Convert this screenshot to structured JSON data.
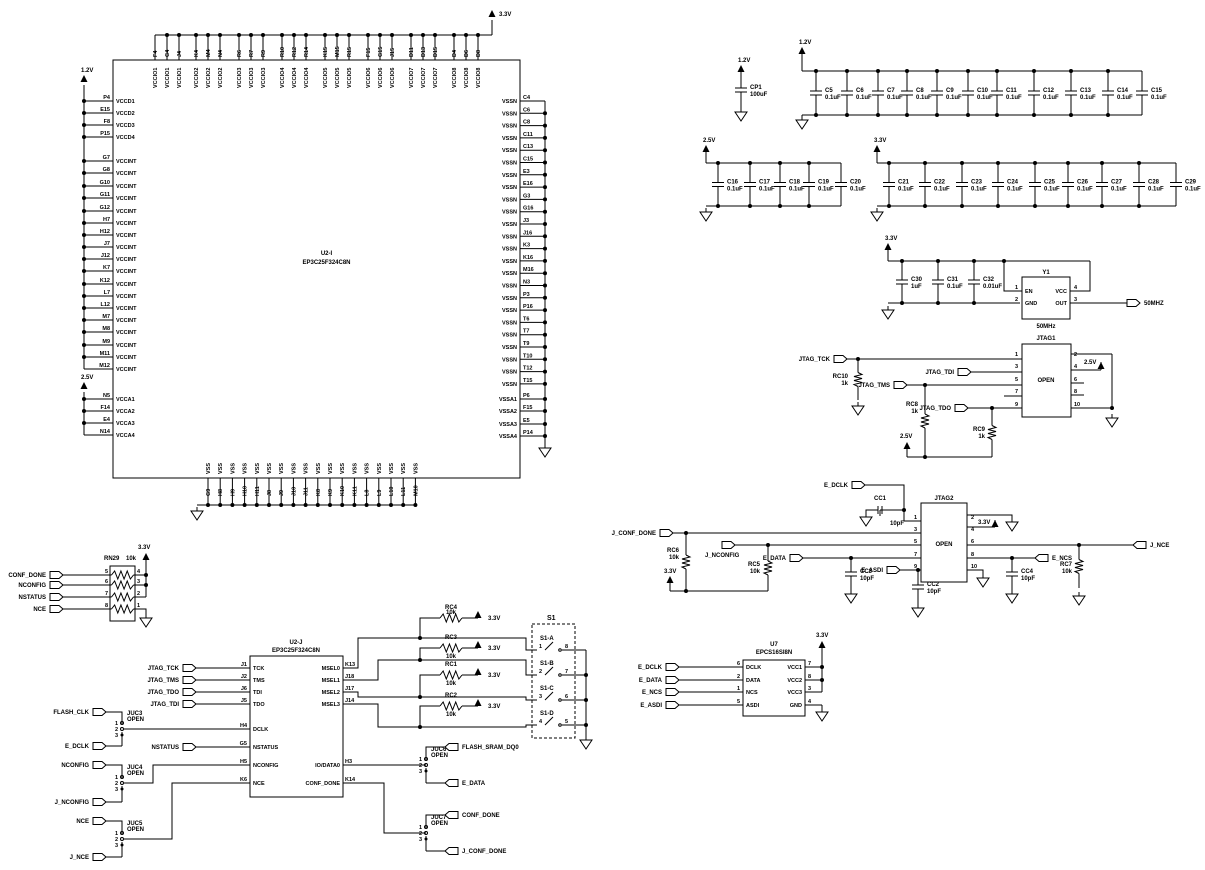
{
  "power": {
    "v12": "1.2V",
    "v25": "2.5V",
    "v33": "3.3V"
  },
  "u2i": {
    "ref": "U2-I",
    "part": "EP3C25F324C8N",
    "top_pins": [
      {
        "pin": "F4",
        "name": "VCCIO1"
      },
      {
        "pin": "G4",
        "name": "VCCIO1"
      },
      {
        "pin": "J4",
        "name": "VCCIO1"
      },
      {
        "pin": "K4",
        "name": "VCCIO2"
      },
      {
        "pin": "M4",
        "name": "VCCIO2"
      },
      {
        "pin": "N4",
        "name": "VCCIO2"
      },
      {
        "pin": "R6",
        "name": "VCCIO3"
      },
      {
        "pin": "R7",
        "name": "VCCIO3"
      },
      {
        "pin": "R9",
        "name": "VCCIO3"
      },
      {
        "pin": "R10",
        "name": "VCCIO4"
      },
      {
        "pin": "R12",
        "name": "VCCIO4"
      },
      {
        "pin": "R14",
        "name": "VCCIO4"
      },
      {
        "pin": "K15",
        "name": "VCCIO5"
      },
      {
        "pin": "M15",
        "name": "VCCIO5"
      },
      {
        "pin": "R15",
        "name": "VCCIO5"
      },
      {
        "pin": "F15",
        "name": "VCCIO6"
      },
      {
        "pin": "G15",
        "name": "VCCIO6"
      },
      {
        "pin": "J15",
        "name": "VCCIO6"
      },
      {
        "pin": "D11",
        "name": "VCCIO7"
      },
      {
        "pin": "D13",
        "name": "VCCIO7"
      },
      {
        "pin": "D15",
        "name": "VCCIO7"
      },
      {
        "pin": "D4",
        "name": "VCCIO8"
      },
      {
        "pin": "D6",
        "name": "VCCIO8"
      },
      {
        "pin": "D8",
        "name": "VCCIO8"
      }
    ],
    "left_vccd": [
      {
        "pin": "P4",
        "name": "VCCD1"
      },
      {
        "pin": "E15",
        "name": "VCCD2"
      },
      {
        "pin": "F8",
        "name": "VCCD3"
      },
      {
        "pin": "P15",
        "name": "VCCD4"
      }
    ],
    "left_vccint": [
      {
        "pin": "G7",
        "name": "VCCINT"
      },
      {
        "pin": "G8",
        "name": "VCCINT"
      },
      {
        "pin": "G10",
        "name": "VCCINT"
      },
      {
        "pin": "G11",
        "name": "VCCINT"
      },
      {
        "pin": "G12",
        "name": "VCCINT"
      },
      {
        "pin": "H7",
        "name": "VCCINT"
      },
      {
        "pin": "H12",
        "name": "VCCINT"
      },
      {
        "pin": "J7",
        "name": "VCCINT"
      },
      {
        "pin": "J12",
        "name": "VCCINT"
      },
      {
        "pin": "K7",
        "name": "VCCINT"
      },
      {
        "pin": "K12",
        "name": "VCCINT"
      },
      {
        "pin": "L7",
        "name": "VCCINT"
      },
      {
        "pin": "L12",
        "name": "VCCINT"
      },
      {
        "pin": "M7",
        "name": "VCCINT"
      },
      {
        "pin": "M8",
        "name": "VCCINT"
      },
      {
        "pin": "M9",
        "name": "VCCINT"
      },
      {
        "pin": "M11",
        "name": "VCCINT"
      },
      {
        "pin": "M12",
        "name": "VCCINT"
      }
    ],
    "left_vcca": [
      {
        "pin": "N5",
        "name": "VCCA1"
      },
      {
        "pin": "F14",
        "name": "VCCA2"
      },
      {
        "pin": "E4",
        "name": "VCCA3"
      },
      {
        "pin": "N14",
        "name": "VCCA4"
      }
    ],
    "right_vssn": [
      {
        "pin": "C4",
        "name": "VSSN"
      },
      {
        "pin": "C6",
        "name": "VSSN"
      },
      {
        "pin": "C8",
        "name": "VSSN"
      },
      {
        "pin": "C11",
        "name": "VSSN"
      },
      {
        "pin": "C13",
        "name": "VSSN"
      },
      {
        "pin": "C15",
        "name": "VSSN"
      },
      {
        "pin": "E3",
        "name": "VSSN"
      },
      {
        "pin": "E16",
        "name": "VSSN"
      },
      {
        "pin": "G3",
        "name": "VSSN"
      },
      {
        "pin": "G16",
        "name": "VSSN"
      },
      {
        "pin": "J3",
        "name": "VSSN"
      },
      {
        "pin": "J16",
        "name": "VSSN"
      },
      {
        "pin": "K3",
        "name": "VSSN"
      },
      {
        "pin": "K16",
        "name": "VSSN"
      },
      {
        "pin": "M16",
        "name": "VSSN"
      },
      {
        "pin": "N3",
        "name": "VSSN"
      },
      {
        "pin": "P3",
        "name": "VSSN"
      },
      {
        "pin": "P16",
        "name": "VSSN"
      },
      {
        "pin": "T6",
        "name": "VSSN"
      },
      {
        "pin": "T7",
        "name": "VSSN"
      },
      {
        "pin": "T9",
        "name": "VSSN"
      },
      {
        "pin": "T10",
        "name": "VSSN"
      },
      {
        "pin": "T12",
        "name": "VSSN"
      },
      {
        "pin": "T15",
        "name": "VSSN"
      }
    ],
    "right_vssa": [
      {
        "pin": "P6",
        "name": "VSSA1"
      },
      {
        "pin": "F15",
        "name": "VSSA2"
      },
      {
        "pin": "E5",
        "name": "VSSA3"
      },
      {
        "pin": "P14",
        "name": "VSSA4"
      }
    ],
    "bottom_pins": [
      {
        "pin": "G9",
        "name": "VSS"
      },
      {
        "pin": "H8",
        "name": "VSS"
      },
      {
        "pin": "H9",
        "name": "VSS"
      },
      {
        "pin": "H10",
        "name": "VSS"
      },
      {
        "pin": "H11",
        "name": "VSS"
      },
      {
        "pin": "J8",
        "name": "VSS"
      },
      {
        "pin": "J9",
        "name": "VSS"
      },
      {
        "pin": "J10",
        "name": "VSS"
      },
      {
        "pin": "J11",
        "name": "VSS"
      },
      {
        "pin": "K8",
        "name": "VSS"
      },
      {
        "pin": "K9",
        "name": "VSS"
      },
      {
        "pin": "K10",
        "name": "VSS"
      },
      {
        "pin": "K11",
        "name": "VSS"
      },
      {
        "pin": "L8",
        "name": "VSS"
      },
      {
        "pin": "L9",
        "name": "VSS"
      },
      {
        "pin": "L10",
        "name": "VSS"
      },
      {
        "pin": "L11",
        "name": "VSS"
      },
      {
        "pin": "M10",
        "name": "VSS"
      }
    ]
  },
  "decoupling": {
    "cp1": {
      "ref": "CP1",
      "value": "100uF"
    },
    "bank12": [
      {
        "ref": "C5",
        "value": "0.1uF"
      },
      {
        "ref": "C6",
        "value": "0.1uF"
      },
      {
        "ref": "C7",
        "value": "0.1uF"
      },
      {
        "ref": "C8",
        "value": "0.1uF"
      },
      {
        "ref": "C9",
        "value": "0.1uF"
      },
      {
        "ref": "C10",
        "value": "0.1uF"
      },
      {
        "ref": "C11",
        "value": "0.1uF"
      },
      {
        "ref": "C12",
        "value": "0.1uF"
      },
      {
        "ref": "C13",
        "value": "0.1uF"
      },
      {
        "ref": "C14",
        "value": "0.1uF"
      },
      {
        "ref": "C15",
        "value": "0.1uF"
      }
    ],
    "bank25": [
      {
        "ref": "C16",
        "value": "0.1uF"
      },
      {
        "ref": "C17",
        "value": "0.1uF"
      },
      {
        "ref": "C18",
        "value": "0.1uF"
      },
      {
        "ref": "C19",
        "value": "0.1uF"
      },
      {
        "ref": "C20",
        "value": "0.1uF"
      }
    ],
    "bank33": [
      {
        "ref": "C21",
        "value": "0.1uF"
      },
      {
        "ref": "C22",
        "value": "0.1uF"
      },
      {
        "ref": "C23",
        "value": "0.1uF"
      },
      {
        "ref": "C24",
        "value": "0.1uF"
      },
      {
        "ref": "C25",
        "value": "0.1uF"
      },
      {
        "ref": "C26",
        "value": "0.1uF"
      },
      {
        "ref": "C27",
        "value": "0.1uF"
      },
      {
        "ref": "C28",
        "value": "0.1uF"
      },
      {
        "ref": "C29",
        "value": "0.1uF"
      }
    ]
  },
  "osc": {
    "caps": [
      {
        "ref": "C30",
        "value": "1uF"
      },
      {
        "ref": "C31",
        "value": "0.1uF"
      },
      {
        "ref": "C32",
        "value": "0.01uF"
      }
    ],
    "ref": "Y1",
    "freq": "50MHz",
    "pins": {
      "en": "EN",
      "gnd": "GND",
      "vcc": "VCC",
      "out": "OUT",
      "p1": "1",
      "p2": "2",
      "p3": "3",
      "p4": "4"
    },
    "net": "50MHZ"
  },
  "jtag1": {
    "ref": "JTAG1",
    "body": "OPEN",
    "left_pins": [
      "1",
      "3",
      "5",
      "7",
      "9"
    ],
    "right_pins": [
      "2",
      "4",
      "6",
      "8",
      "10"
    ],
    "nets": {
      "tck": "JTAG_TCK",
      "tms": "JTAG_TMS",
      "tdi": "JTAG_TDI",
      "tdo": "JTAG_TDO"
    },
    "res": [
      {
        "ref": "RC10",
        "value": "1k"
      },
      {
        "ref": "RC8",
        "value": "1k"
      },
      {
        "ref": "RC9",
        "value": "1k"
      }
    ]
  },
  "jtag2": {
    "ref": "JTAG2",
    "body": "OPEN",
    "left_pins": [
      "1",
      "3",
      "5",
      "7",
      "9"
    ],
    "right_pins": [
      "2",
      "4",
      "6",
      "8",
      "10"
    ],
    "nets": {
      "dclk": "E_DCLK",
      "conf": "J_CONF_DONE",
      "nconfig": "J_NCONFIG",
      "data": "E_DATA",
      "asdi": "E_ASDI",
      "ncs": "E_NCS",
      "nce": "J_NCE"
    },
    "caps": [
      {
        "ref": "CC1",
        "value": "10pF"
      },
      {
        "ref": "CC3",
        "value": "10pF"
      },
      {
        "ref": "CC2",
        "value": "10pF"
      },
      {
        "ref": "CC4",
        "value": "10pF"
      }
    ],
    "res": [
      {
        "ref": "RC6",
        "value": "10k"
      },
      {
        "ref": "RC5",
        "value": "10k"
      },
      {
        "ref": "RC7",
        "value": "10k"
      }
    ]
  },
  "rn29": {
    "ref": "RN29",
    "value": "10k",
    "nets": [
      "CONF_DONE",
      "NCONFIG",
      "NSTATUS",
      "NCE"
    ],
    "left_pins": [
      "5",
      "6",
      "7",
      "8"
    ],
    "right_pins": [
      "4",
      "3",
      "2",
      "1"
    ]
  },
  "u2j": {
    "ref": "U2-J",
    "part": "EP3C25F324C8N",
    "left": [
      {
        "net": "JTAG_TCK",
        "pin": "J1",
        "name": "TCK"
      },
      {
        "net": "JTAG_TMS",
        "pin": "J2",
        "name": "TMS"
      },
      {
        "net": "JTAG_TDO",
        "pin": "J6",
        "name": "TDI"
      },
      {
        "net": "JTAG_TDI",
        "pin": "J5",
        "name": "TDO"
      },
      {
        "net": "",
        "pin": "H4",
        "name": "DCLK"
      },
      {
        "net": "NSTATUS",
        "pin": "G5",
        "name": "NSTATUS"
      },
      {
        "net": "",
        "pin": "H5",
        "name": "NCONFIG"
      },
      {
        "net": "",
        "pin": "K6",
        "name": "NCE"
      }
    ],
    "right": [
      {
        "pin": "K13",
        "name": "MSEL0"
      },
      {
        "pin": "J18",
        "name": "MSEL1"
      },
      {
        "pin": "J17",
        "name": "MSEL2"
      },
      {
        "pin": "J14",
        "name": "MSEL3"
      },
      {
        "pin": "H3",
        "name": "IO/DATA0"
      },
      {
        "pin": "K14",
        "name": "CONF_DONE"
      }
    ]
  },
  "jumpers": [
    {
      "ref": "JUC3",
      "state": "OPEN",
      "top": "FLASH_CLK",
      "bottom": "E_DCLK"
    },
    {
      "ref": "JUC4",
      "state": "OPEN",
      "top": "NCONFIG",
      "bottom": "J_NCONFIG"
    },
    {
      "ref": "JUC5",
      "state": "OPEN",
      "top": "NCE",
      "bottom": "J_NCE"
    },
    {
      "ref": "JUC6",
      "state": "OPEN",
      "top": "FLASH_SRAM_DQ0",
      "bottom": "E_DATA"
    },
    {
      "ref": "JUC7",
      "state": "OPEN",
      "top": "CONF_DONE",
      "bottom": "J_CONF_DONE"
    }
  ],
  "jumper_pins": [
    "1",
    "2",
    "3"
  ],
  "msel_res": [
    {
      "ref": "RC4",
      "value": "10k"
    },
    {
      "ref": "RC3",
      "value": "10k"
    },
    {
      "ref": "RC1",
      "value": "10k"
    },
    {
      "ref": "RC2",
      "value": "10k"
    }
  ],
  "s1": {
    "ref": "S1",
    "sections": [
      {
        "name": "S1-A",
        "a": "1",
        "b": "8"
      },
      {
        "name": "S1-B",
        "a": "2",
        "b": "7"
      },
      {
        "name": "S1-C",
        "a": "3",
        "b": "6"
      },
      {
        "name": "S1-D",
        "a": "4",
        "b": "5"
      }
    ]
  },
  "u7": {
    "ref": "U7",
    "part": "EPCS16SI8N",
    "left": [
      {
        "net": "E_DCLK",
        "pin": "6",
        "name": "DCLK"
      },
      {
        "net": "E_DATA",
        "pin": "2",
        "name": "DATA"
      },
      {
        "net": "E_NCS",
        "pin": "1",
        "name": "NCS"
      },
      {
        "net": "E_ASDI",
        "pin": "5",
        "name": "ASDI"
      }
    ],
    "right": [
      {
        "pin": "7",
        "name": "VCC1"
      },
      {
        "pin": "8",
        "name": "VCC2"
      },
      {
        "pin": "3",
        "name": "VCC3"
      },
      {
        "pin": "4",
        "name": "GND"
      }
    ]
  }
}
